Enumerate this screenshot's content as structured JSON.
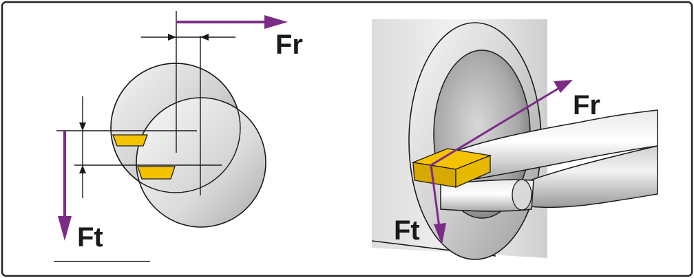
{
  "colors": {
    "force_arrow": "#7b2d86",
    "insert": "#f5c200",
    "insert_dark": "#c99a00",
    "outline": "#1a1a1a",
    "steel_light": "#f1f1f1",
    "steel_mid": "#c8c8c8",
    "steel_dark": "#9a9a9a",
    "frame": "#222222"
  },
  "left_view": {
    "radial_force_label": "Fr",
    "tangential_force_label": "Ft"
  },
  "right_view": {
    "radial_force_label": "Fr",
    "tangential_force_label": "Ft"
  }
}
